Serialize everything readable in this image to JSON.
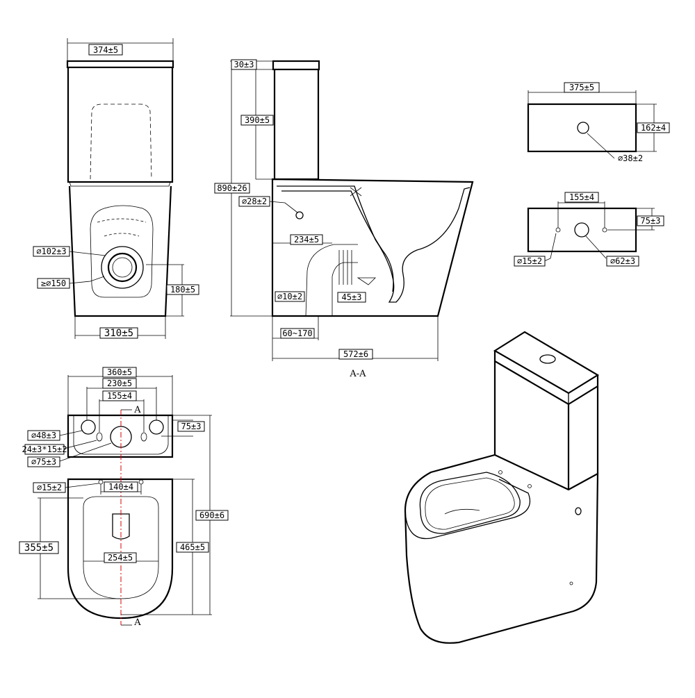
{
  "front_view": {
    "width_top": "374±5",
    "base_width": "310±5",
    "outlet_diameter": "⌀102±3",
    "outlet_min": "≥⌀150",
    "outlet_height": "180±5"
  },
  "section_view": {
    "lid_thickness": "30±3",
    "tank_height": "390±5",
    "total_height": "890±26",
    "side_hole": "⌀28±2",
    "trap_offset": "234±5",
    "floor_hole": "⌀10±2",
    "trap_angle": "45±3",
    "outlet_range": "60~170",
    "total_depth": "572±6",
    "section_label": "A-A"
  },
  "lid_top_view": {
    "width": "375±5",
    "depth": "162±4",
    "hole": "⌀38±2"
  },
  "tank_bottom_view": {
    "spacing": "155±4",
    "edge": "75±3",
    "small_hole": "⌀15±2",
    "center_hole": "⌀62±3"
  },
  "plan_view": {
    "overall_width": "360±5",
    "bolt_spacing": "230±5",
    "inner_spacing": "155±4",
    "edge_offset": "75±3",
    "bolt_hole": "⌀48±3",
    "slot": "24±3*15±2",
    "center_hole": "⌀75±3",
    "seat_hole": "⌀15±2",
    "seat_spacing": "140±4",
    "overall_depth": "690±6",
    "bowl_depth": "465±5",
    "seat_depth": "355±5",
    "bowl_width": "254±5",
    "section_mark_top": "A",
    "section_mark_bottom": "A"
  }
}
